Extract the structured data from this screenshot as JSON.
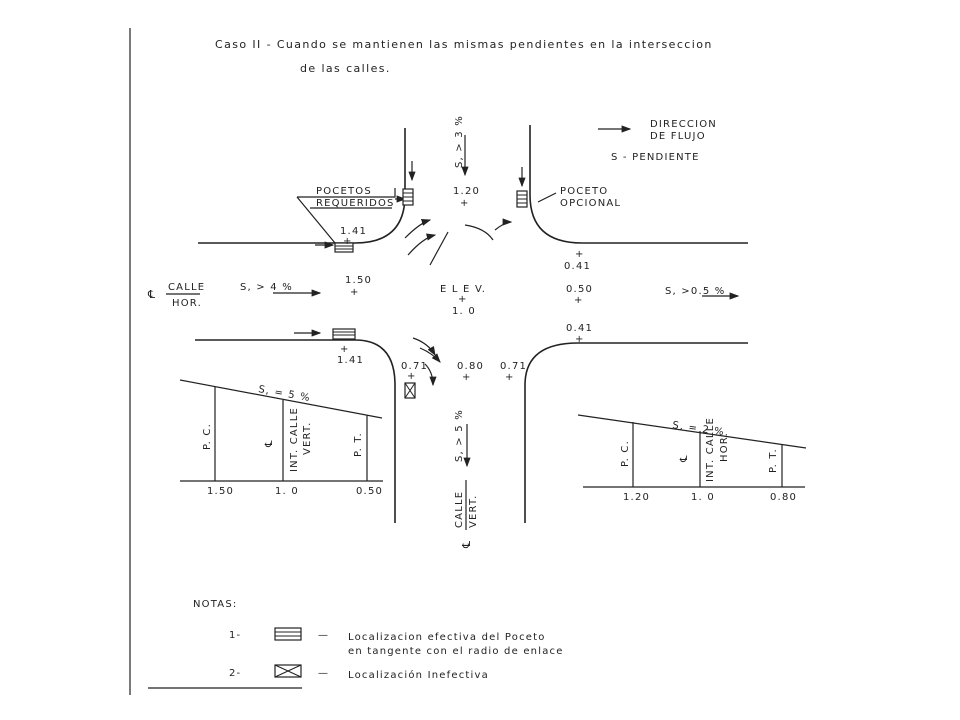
{
  "title": {
    "line1": "Caso II - Cuando se mantienen las mismas pendientes en la interseccion",
    "line2": "de las calles."
  },
  "legend": {
    "flow": "DIRECCION",
    "flow2": "DE FLUJO",
    "slope": "S - PENDIENTE"
  },
  "labels": {
    "pocetos1": "POCETOS",
    "pocetos2": "REQUERIDOS",
    "poceto1": "POCETO",
    "poceto2": "OPCIONAL",
    "calle_hor_1": "CALLE",
    "calle_hor_2": "HOR.",
    "calle_vert_1": "CALLE",
    "calle_vert_2": "VERT.",
    "cl_symbol": "℄",
    "s_top": "S, > 3 %",
    "s_left": "S, > 4 %",
    "s_right": "S, >0.5 %",
    "s_bottom": "S, > 5 %",
    "elev1": "E L E V.",
    "elev2": "1. 0"
  },
  "elevations": {
    "e120": "1.20",
    "e141a": "1.41",
    "e150": "1.50",
    "e041a": "0.41",
    "e050": "0.50",
    "e041b": "0.41",
    "e141b": "1.41",
    "e071a": "0.71",
    "e080": "0.80",
    "e071b": "0.71"
  },
  "profile_left": {
    "slope": "S, = 5 %",
    "pc": "P. C.",
    "int": "INT. CALLE",
    "int2": "VERT.",
    "pt": "P. T.",
    "v1": "1.50",
    "v2": "1. 0",
    "v3": "0.50"
  },
  "profile_right": {
    "slope": "S, = 2 %",
    "pc": "P. C.",
    "int": "INT. CALLE",
    "int2": "HOR.",
    "pt": "P. T.",
    "v1": "1.20",
    "v2": "1. 0",
    "v3": "0.80"
  },
  "notes": {
    "header": "NOTAS:",
    "n1": "1-",
    "n1_text1": "Localizacion efectiva del Poceto",
    "n1_text2": "en tangente con el radio de enlace",
    "n2": "2-",
    "n2_text": "Localización Inefectiva",
    "dash": "—"
  }
}
